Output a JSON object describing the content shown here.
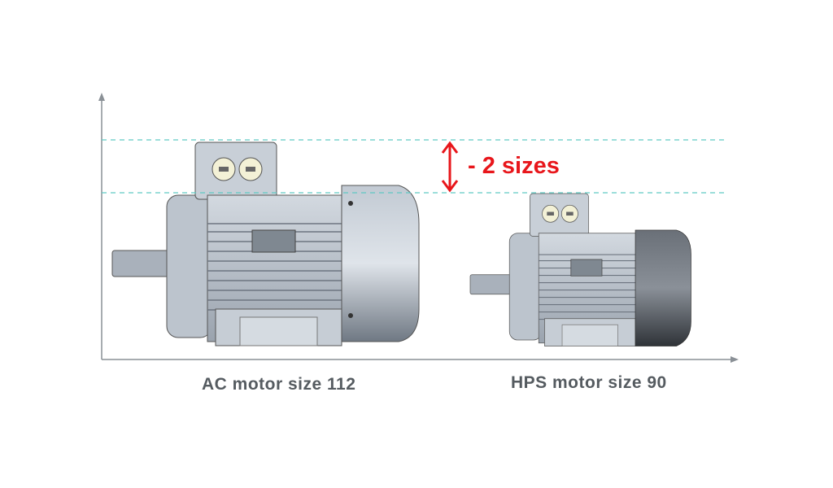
{
  "diagram": {
    "callout": "- 2 sizes",
    "motors": [
      {
        "label": "AC motor size 112"
      },
      {
        "label": "HPS motor size 90"
      }
    ],
    "colors": {
      "axis": "#8a9096",
      "guide": "#5fc9c4",
      "callout": "#e8161b",
      "motor": "#b4bcc6",
      "fan_ac": "#8e98a4",
      "fan_hps": "#4a4f55"
    }
  }
}
